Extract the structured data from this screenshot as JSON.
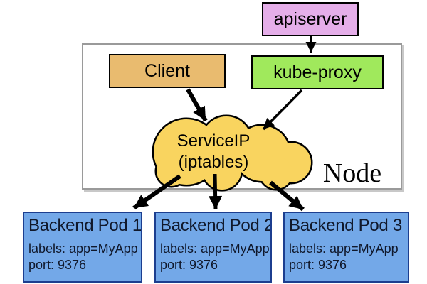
{
  "colors": {
    "apiserver_fill": "#e5aee9",
    "client_fill": "#e9bb6f",
    "kube_proxy_fill": "#a0e95c",
    "cloud_fill": "#f9d45f",
    "pod_fill": "#73a8e8",
    "pod_border": "#1c3e8f",
    "pod_text": "#10182b",
    "node_border": "#9a9a9a",
    "arrow": "#000000"
  },
  "nodes": {
    "apiserver": {
      "label": "apiserver"
    },
    "client": {
      "label": "Client"
    },
    "kube_proxy": {
      "label": "kube-proxy"
    },
    "service_ip": {
      "line1": "ServiceIP",
      "line2": "(iptables)"
    },
    "node": {
      "label": "Node"
    }
  },
  "pods": [
    {
      "title": "Backend Pod 1",
      "labels": "labels: app=MyApp",
      "port": "port: 9376"
    },
    {
      "title": "Backend Pod 2",
      "labels": "labels: app=MyApp",
      "port": "port: 9376"
    },
    {
      "title": "Backend Pod 3",
      "labels": "labels: app=MyApp",
      "port": "port: 9376"
    }
  ],
  "edges": [
    {
      "from": "apiserver",
      "to": "kube-proxy"
    },
    {
      "from": "Client",
      "to": "ServiceIP (iptables)"
    },
    {
      "from": "kube-proxy",
      "to": "ServiceIP (iptables)"
    },
    {
      "from": "ServiceIP (iptables)",
      "to": "Backend Pod 1"
    },
    {
      "from": "ServiceIP (iptables)",
      "to": "Backend Pod 2"
    },
    {
      "from": "ServiceIP (iptables)",
      "to": "Backend Pod 3"
    }
  ]
}
